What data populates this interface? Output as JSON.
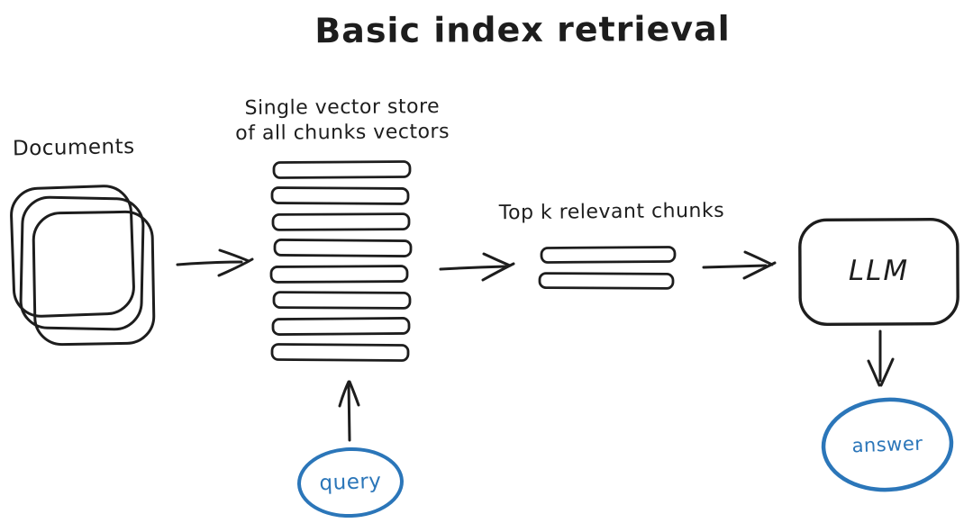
{
  "diagram": {
    "title": "Basic index retrieval",
    "colors": {
      "ink": "#1d1d1d",
      "accent_blue": "#2b76b9",
      "background": "#ffffff"
    },
    "nodes": {
      "documents": {
        "label": "Documents",
        "document_count": 3
      },
      "vector_store": {
        "label": "Single vector store\nof all chunks vectors",
        "bar_count": 8
      },
      "top_chunks": {
        "label": "Top k relevant chunks",
        "bar_count": 2
      },
      "llm": {
        "label": "LLM"
      },
      "query": {
        "label": "query"
      },
      "answer": {
        "label": "answer"
      }
    },
    "edges": [
      {
        "from": "documents",
        "to": "vector_store",
        "direction": "right"
      },
      {
        "from": "vector_store",
        "to": "top_chunks",
        "direction": "right"
      },
      {
        "from": "top_chunks",
        "to": "llm",
        "direction": "right"
      },
      {
        "from": "query",
        "to": "vector_store",
        "direction": "up"
      },
      {
        "from": "llm",
        "to": "answer",
        "direction": "down"
      }
    ]
  }
}
